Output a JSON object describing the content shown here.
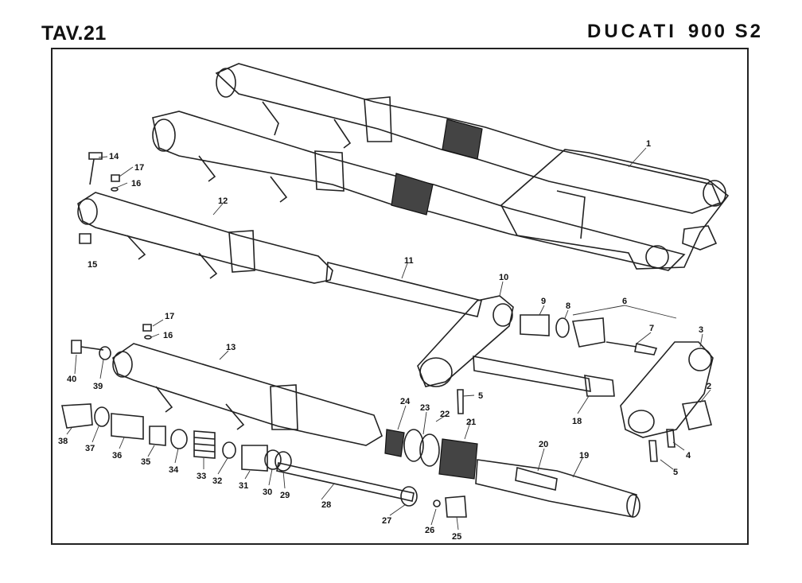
{
  "header": {
    "plate": "TAV.21",
    "brand_logo": "DUCATI",
    "model": "900 S2"
  },
  "callouts": {
    "c1": "1",
    "c2": "2",
    "c3": "3",
    "c4": "4",
    "c5a": "5",
    "c5b": "5",
    "c6": "6",
    "c7": "7",
    "c8": "8",
    "c9": "9",
    "c10": "10",
    "c11": "11",
    "c12": "12",
    "c13": "13",
    "c14": "14",
    "c15": "15",
    "c16a": "16",
    "c16b": "16",
    "c17a": "17",
    "c17b": "17",
    "c18": "18",
    "c19": "19",
    "c20": "20",
    "c21": "21",
    "c22": "22",
    "c23": "23",
    "c24": "24",
    "c25": "25",
    "c26": "26",
    "c27": "27",
    "c28": "28",
    "c29": "29",
    "c30": "30",
    "c31": "31",
    "c32": "32",
    "c33": "33",
    "c34": "34",
    "c35": "35",
    "c36": "36",
    "c37": "37",
    "c38": "38",
    "c39": "39",
    "c40": "40"
  }
}
